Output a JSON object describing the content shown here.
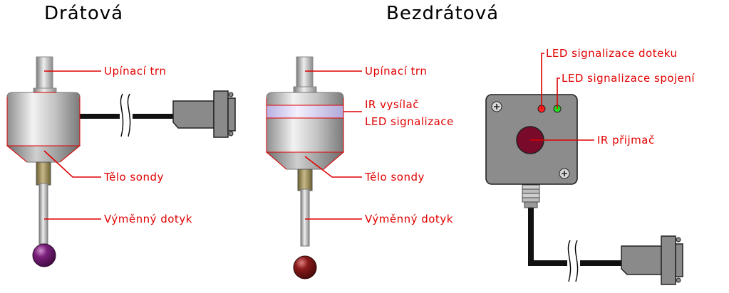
{
  "titles": {
    "wired": "Drátová",
    "wireless": "Bezdrátová"
  },
  "wired_probe": {
    "shank": "Upínací trn",
    "body": "Tělo sondy",
    "stylus": "Výměnný dotyk"
  },
  "wireless_probe": {
    "shank": "Upínací trn",
    "ir_transmitter": "IR vysílač",
    "led_signal": "LED signalizace",
    "body": "Tělo sondy",
    "stylus": "Výměnný dotyk"
  },
  "receiver": {
    "led_touch": "LED signalizace doteku",
    "led_connection": "LED signalizace spojení",
    "ir_receiver": "IR přijmač"
  },
  "colors": {
    "label": "#e00000",
    "led_red": "#ff2020",
    "led_green": "#22dd22",
    "ir_window": "#7a0a2a",
    "stylus_ball": "#6a1a6a",
    "ir_band": "#d0c8f0"
  }
}
